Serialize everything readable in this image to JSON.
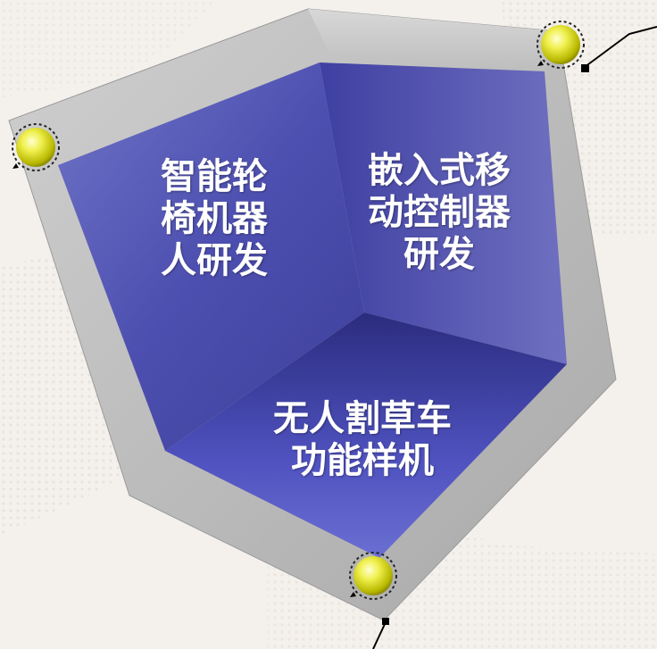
{
  "panels": {
    "left": "智能轮\n椅机器\n人研发",
    "right": "嵌入式移\n动控制器\n研发",
    "bottom": "无人割草车\n功能样机"
  }
}
